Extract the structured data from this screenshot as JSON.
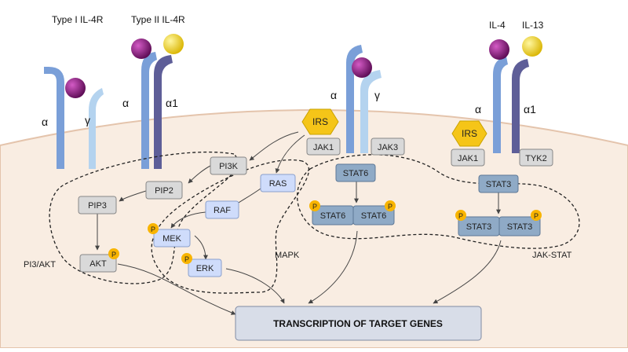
{
  "receptors": {
    "type1_title": "Type I IL-4R",
    "type2_title": "Type II IL-4R",
    "alpha": "α",
    "gamma": "γ",
    "alpha1": "α1"
  },
  "ligands": {
    "il4": "IL-4",
    "il13": "IL-13"
  },
  "adaptors": {
    "irs": "IRS",
    "jak1": "JAK1",
    "jak3": "JAK3",
    "tyk2": "TYK2"
  },
  "pi3k_pathway": {
    "pi3k": "PI3K",
    "pip2": "PIP2",
    "pip3": "PIP3",
    "akt": "AKT",
    "label": "PI3/AKT"
  },
  "mapk_pathway": {
    "ras": "RAS",
    "raf": "RAF",
    "mek": "MEK",
    "erk": "ERK",
    "label": "MAPK"
  },
  "jakstat_pathway": {
    "stat6": "STAT6",
    "stat3": "STAT3",
    "label": "JAK-STAT"
  },
  "phospho": "P",
  "output": {
    "label": "TRANSCRIPTION OF TARGET GENES"
  },
  "colors": {
    "cell": "#f9ede2",
    "membrane": "#e4c4ac",
    "receptor_alpha": "#7a9fd8",
    "receptor_gamma": "#b4d3ef",
    "receptor_alpha1": "#5e5e98",
    "il4_ligand": "#7a1070",
    "il13_ligand": "#f2d100",
    "irs": "#f5c518",
    "box_gray": "#d9d9d9",
    "box_blue": "#cfdcfb",
    "box_stat": "#8faac6",
    "phospho": "#f8b400",
    "output_box": "#d8dde8"
  }
}
